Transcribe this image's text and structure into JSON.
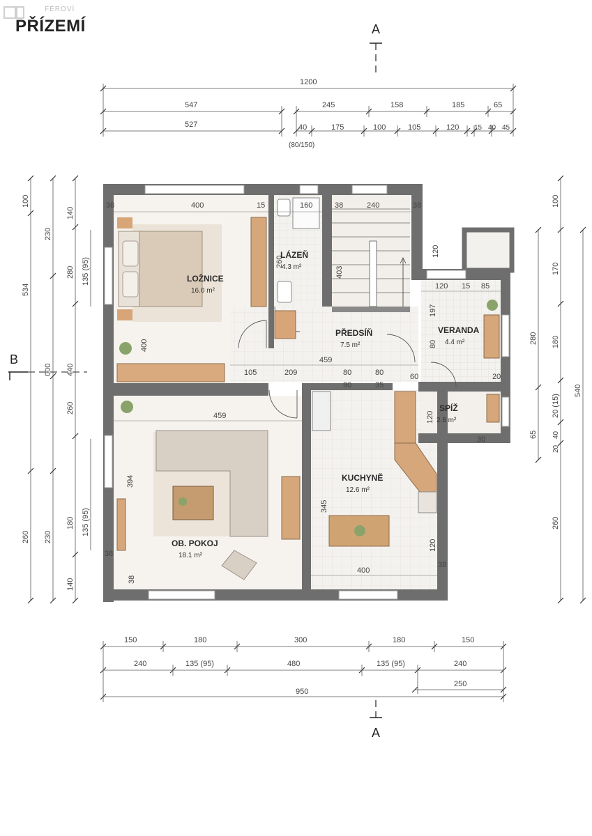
{
  "header": {
    "title": "PŘÍZEMÍ",
    "brand": "FÉROVÍ"
  },
  "sections": {
    "a_top": "A",
    "a_bottom": "A",
    "b_left": "B"
  },
  "rooms": [
    {
      "name": "LOŽNICE",
      "area": "16.0 m²"
    },
    {
      "name": "LÁZEŇ",
      "area": "4.3 m²"
    },
    {
      "name": "PŘEDSÍŇ",
      "area": "7.5 m²"
    },
    {
      "name": "VERANDA",
      "area": "4.4 m²"
    },
    {
      "name": "SPÍŽ",
      "area": "2.6 m²"
    },
    {
      "name": "KUCHYNĚ",
      "area": "12.6 m²"
    },
    {
      "name": "OB. POKOJ",
      "area": "18.1 m²"
    }
  ],
  "dims_top": {
    "total": "1200",
    "row2": [
      "547",
      "245",
      "158",
      "185",
      "65"
    ],
    "row3_left": "527",
    "row3": [
      "40",
      "175",
      "100",
      "105",
      "120",
      "15",
      "40",
      "45"
    ],
    "row3_note": "(80/150)"
  },
  "dims_bottom": {
    "row1": [
      "150",
      "180",
      "300",
      "180",
      "150"
    ],
    "row2": [
      "240",
      "135 (95)",
      "480",
      "135 (95)",
      "240"
    ],
    "row3_right": "250",
    "total": "950"
  },
  "dims_left": {
    "outer": [
      "534",
      "000"
    ],
    "col2": [
      "100",
      "230",
      "230",
      "260",
      "260"
    ],
    "col3": [
      "140",
      "280",
      "440",
      "260",
      "180",
      "140"
    ],
    "col4": [
      "135 (95)",
      "135 (95)"
    ]
  },
  "dims_right": {
    "col1": [
      "100",
      "170",
      "180",
      "260"
    ],
    "col2": [
      "280",
      "20 (15)",
      "20",
      "40",
      "65"
    ],
    "outer": "540"
  },
  "interior_dims": [
    "38",
    "400",
    "15",
    "160",
    "38",
    "240",
    "38",
    "260",
    "403",
    "400",
    "120",
    "120",
    "15",
    "85",
    "197",
    "80",
    "105",
    "209",
    "459",
    "80",
    "80",
    "90",
    "35",
    "60",
    "20",
    "120",
    "30",
    "459",
    "394",
    "345",
    "120",
    "38",
    "38",
    "400",
    "38"
  ]
}
